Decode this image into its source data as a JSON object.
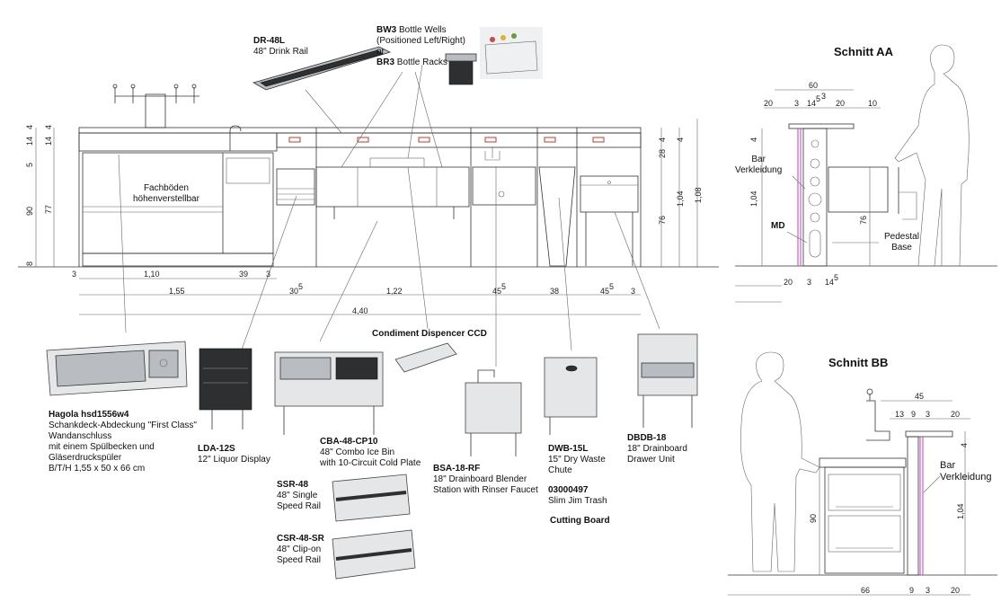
{
  "titles": {
    "section_aa": "Schnitt AA",
    "section_bb": "Schnitt BB"
  },
  "callouts": {
    "dr48l": {
      "code": "DR-48L",
      "desc": "48\" Drink Rail"
    },
    "bw3": {
      "code": "BW3",
      "desc": "Bottle Wells",
      "desc2": "(Positioned Left/Right)",
      "or": "or"
    },
    "br3": {
      "code": "BR3",
      "desc": "Bottle Racks"
    },
    "fachboeden": {
      "line1": "Fachböden",
      "line2": "höhenverstellbar"
    },
    "hagola": {
      "code": "Hagola hsd1556w4",
      "l1": "Schankdeck-Abdeckung \"First Class\"",
      "l2": "Wandanschluss",
      "l3": "mit einem Spülbecken und",
      "l4": "Gläserdruckspüler",
      "l5": "B/T/H 1,55 x 50 x 66 cm"
    },
    "lda12s": {
      "code": "LDA-12S",
      "desc": "12\" Liquor Display"
    },
    "cba48": {
      "code": "CBA-48-CP10",
      "l1": "48\" Combo Ice Bin",
      "l2": "with 10-Circuit Cold Plate"
    },
    "ccd": {
      "code": "Condiment Dispencer CCD"
    },
    "bsa18": {
      "code": "BSA-18-RF",
      "l1": "18\" Drainboard Blender",
      "l2": "Station with Rinser Faucet"
    },
    "dwb15l": {
      "code": "DWB-15L",
      "l1": "15\" Dry Waste",
      "l2": "Chute"
    },
    "trash": {
      "code": "03000497",
      "l1": "Slim Jim Trash"
    },
    "board": {
      "code": "Cutting Board"
    },
    "dbdb18": {
      "code": "DBDB-18",
      "l1": "18\" Drainboard",
      "l2": "Drawer Unit"
    },
    "ssr48": {
      "code": "SSR-48",
      "l1": "48\" Single",
      "l2": "Speed Rail"
    },
    "csr48": {
      "code": "CSR-48-SR",
      "l1": "48\" Clip-on",
      "l2": "Speed Rail"
    },
    "bar_verkl_aa": {
      "l1": "Bar",
      "l2": "Verkleidung"
    },
    "md": {
      "code": "MD"
    },
    "pedestal": {
      "l1": "Pedestal",
      "l2": "Base"
    },
    "bar_verkl_bb": {
      "l1": "Bar",
      "l2": "Verkleidung"
    }
  },
  "dims_front": {
    "left_v": [
      "14",
      "4",
      "5",
      "90",
      "8"
    ],
    "left_v2": [
      "14",
      "4",
      "77"
    ],
    "right_v": [
      "4",
      "28",
      "76",
      "1,04",
      "1,08",
      "4"
    ],
    "row1": [
      "3",
      "1,10",
      "39",
      "3"
    ],
    "row2": [
      "1,55",
      "30",
      "1,22",
      "45",
      "38",
      "45",
      "3"
    ],
    "row2_sup": [
      "5",
      "5",
      "5"
    ],
    "total": "4,40"
  },
  "dims_aa": {
    "top": "60",
    "row": [
      "20",
      "3",
      "14",
      "20",
      "10"
    ],
    "sup": "5",
    "three": "3",
    "left_v": [
      "4",
      "1,04"
    ],
    "v76": "76",
    "bottom": [
      "20",
      "3",
      "14"
    ],
    "bottom_sup": "5"
  },
  "dims_bb": {
    "top": "45",
    "row": [
      "13",
      "9",
      "3",
      "20"
    ],
    "four": "4",
    "v90": "90",
    "v104": "1,04",
    "bottom": [
      "66",
      "9",
      "3",
      "20"
    ]
  }
}
